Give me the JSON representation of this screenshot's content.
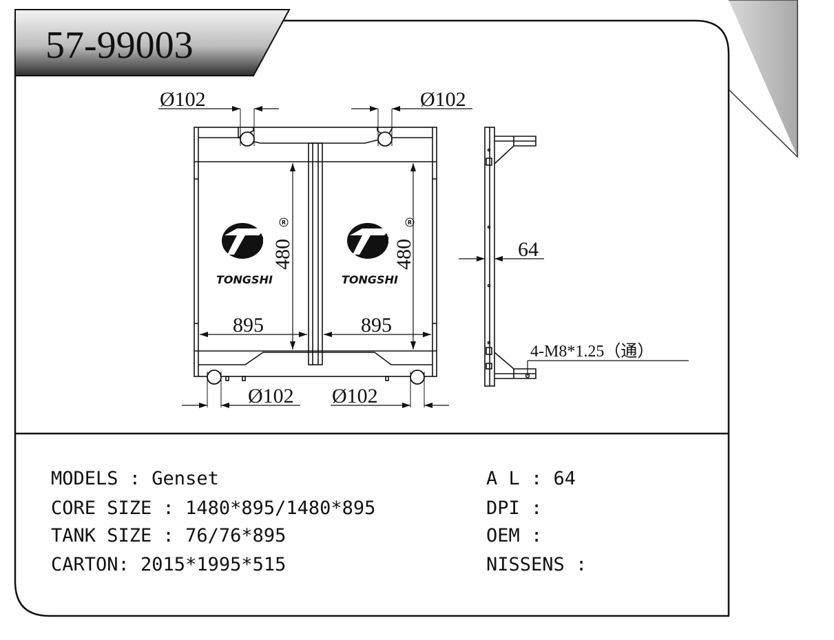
{
  "part_number": "57-99003",
  "drawing": {
    "dim_hole_top_left": "Ø102",
    "dim_hole_top_right": "Ø102",
    "dim_hole_bottom_left": "Ø102",
    "dim_hole_bottom_right": "Ø102",
    "dim_core_height": "480",
    "dim_core_width_left": "895",
    "dim_core_width_right": "895",
    "dim_side_thickness": "64",
    "dim_thread": "4-M8*1.25（通）",
    "brand_name": "TONGSHI",
    "registered_mark": "R"
  },
  "specs": {
    "models": "MODELS : Genset",
    "core_size": "CORE SIZE : 1480*895/1480*895",
    "tank_size": "TANK SIZE : 76/76*895",
    "carton": "CARTON: 2015*1995*515",
    "al": "A L : 64",
    "dpi": "DPI :",
    "oem": "OEM :",
    "nissens": "NISSENS :"
  },
  "colors": {
    "line": "#111111",
    "tab_gradient_dark": "#3a3a3a",
    "tab_gradient_light": "#f2f2f2"
  }
}
